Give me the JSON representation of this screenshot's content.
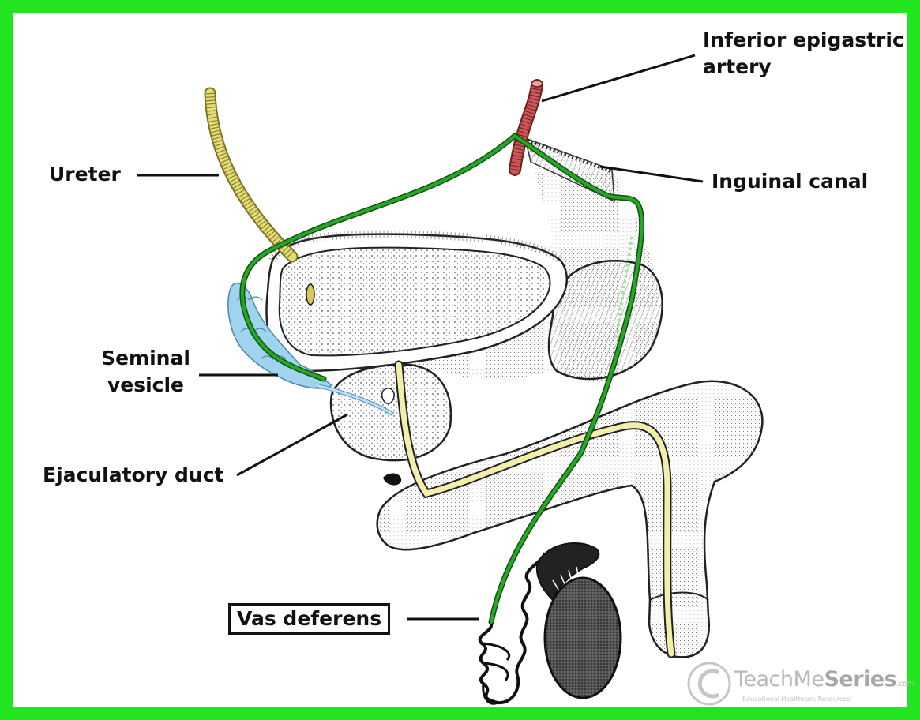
{
  "labels": {
    "inferior_epigastric_line1": "Inferior epigastric",
    "inferior_epigastric_line2": "artery",
    "ureter": "Ureter",
    "inguinal_canal": "Inguinal canal",
    "seminal_line1": "Seminal",
    "seminal_line2": "vesicle",
    "ejaculatory_duct": "Ejaculatory duct",
    "vas_deferens": "Vas deferens"
  },
  "watermark": {
    "brand_plain": "TeachMe",
    "brand_bold": "Series",
    "brand_suffix": ".com",
    "tagline": "Educational Healthcare Resources"
  },
  "colors": {
    "frame": "#22e51f",
    "vas_deferens": "#1f8a1f",
    "ureter": "#e2dc7a",
    "artery": "#c44a4a",
    "seminal_vesicle": "#9fd3ee",
    "urethra": "#f3eeaa",
    "testis": "#2a2a2a"
  }
}
